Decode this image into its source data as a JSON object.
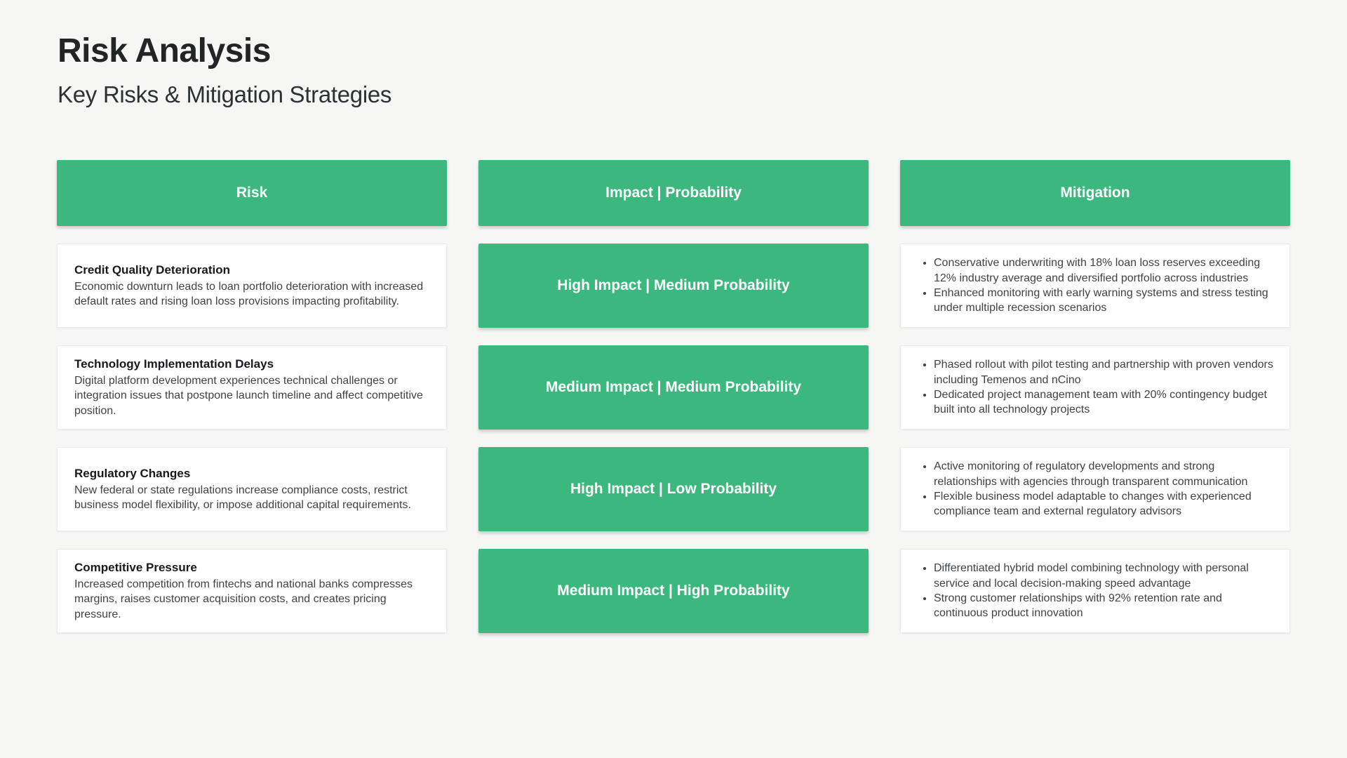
{
  "page": {
    "title": "Risk Analysis",
    "subtitle": "Key Risks & Mitigation Strategies"
  },
  "table": {
    "headers": [
      "Risk",
      "Impact | Probability",
      "Mitigation"
    ],
    "rows": [
      {
        "risk_title": "Credit Quality Deterioration",
        "risk_description": "Economic downturn leads to loan portfolio deterioration with increased default rates and rising loan loss provisions impacting profitability.",
        "impact": "High Impact | Medium Probability",
        "mitigation": [
          "Conservative underwriting with 18% loan loss reserves exceeding 12% industry average and diversified portfolio across industries",
          "Enhanced monitoring with early warning systems and stress testing under multiple recession scenarios"
        ]
      },
      {
        "risk_title": "Technology Implementation Delays",
        "risk_description": "Digital platform development experiences technical challenges or integration issues that postpone launch timeline and affect competitive position.",
        "impact": "Medium Impact | Medium Probability",
        "mitigation": [
          "Phased rollout with pilot testing and partnership with proven vendors including Temenos and nCino",
          "Dedicated project management team with 20% contingency budget built into all technology projects"
        ]
      },
      {
        "risk_title": "Regulatory Changes",
        "risk_description": "New federal or state regulations increase compliance costs, restrict business model flexibility, or impose additional capital requirements.",
        "impact": "High Impact | Low Probability",
        "mitigation": [
          "Active monitoring of regulatory developments and strong relationships with agencies through transparent communication",
          "Flexible business model adaptable to changes with experienced compliance team and external regulatory advisors"
        ]
      },
      {
        "risk_title": "Competitive Pressure",
        "risk_description": "Increased competition from fintechs and national banks compresses margins, raises customer acquisition costs, and creates pricing pressure.",
        "impact": "Medium Impact | High Probability",
        "mitigation": [
          "Differentiated hybrid model combining technology with personal service and local decision-making speed advantage",
          "Strong customer relationships with 92% retention rate and continuous product innovation"
        ]
      }
    ]
  },
  "colors": {
    "accent_green": "#3cb87e",
    "page_background": "#f6f6f5",
    "card_background": "#ffffff"
  }
}
